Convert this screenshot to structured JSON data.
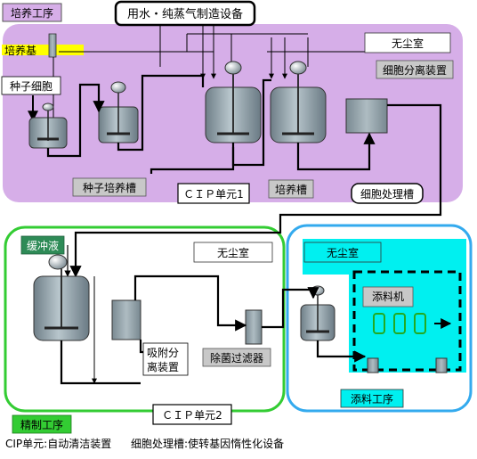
{
  "labels": {
    "culture_process": "培养工序",
    "water_steam": "用水・纯蒸气制造设备",
    "culture_medium": "培养基",
    "seed_cells": "种子细胞",
    "cleanroom_top": "无尘室",
    "cell_separator": "细胞分离装置",
    "seed_tank": "种子培养槽",
    "cip_unit_1": "ＣＩＰ单元1",
    "culture_tank": "培养槽",
    "cell_treatment_tank": "细胞处理槽",
    "buffer": "缓冲液",
    "cleanroom_left": "无尘室",
    "cleanroom_right": "无尘室",
    "filler": "添料机",
    "adsorption_separator": "吸附分离装置",
    "sterile_filter": "除菌过滤器",
    "cip_unit_2": "ＣＩＰ单元2",
    "filling_process": "添料工序",
    "refining_process": "精制工序"
  },
  "footer": {
    "cip_note": "CIP单元:自动清洁装置",
    "cell_treatment_note": "细胞处理槽:使转基因惰性化设备"
  },
  "colors": {
    "culture_area": "#d6aee8",
    "refining_border": "#33cc33",
    "filling_border": "#33aaee",
    "filling_fill": "#00f0f0",
    "tank_fill": "#8fa0a8",
    "label_box": "#c8c8c8",
    "medium_bar": "#ffff00",
    "green_label": "#2e8b57",
    "vial": "#22aa22"
  }
}
